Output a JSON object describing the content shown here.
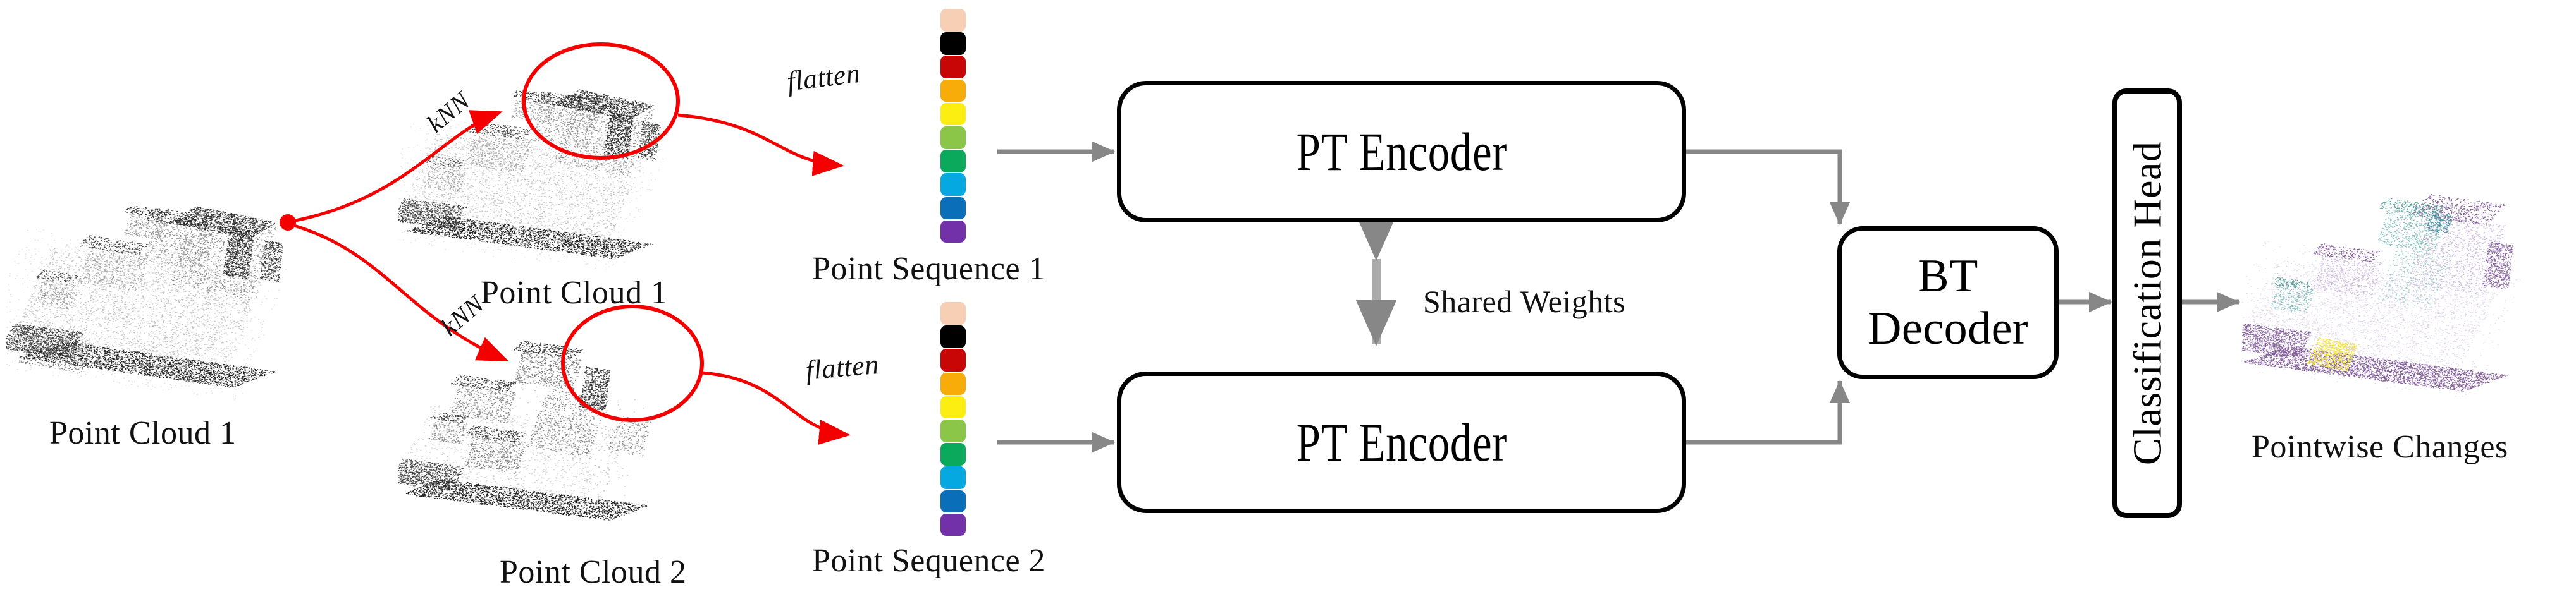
{
  "figure": {
    "type": "architecture-diagram",
    "title": "Siamese point transformer change detection pipeline",
    "background": "#ffffff"
  },
  "inputs": {
    "source_cloud_label": "Point Cloud 1",
    "cloud1_label": "Point Cloud 1",
    "cloud2_label": "Point Cloud 2"
  },
  "operations": {
    "knn_top_label": "kNN",
    "knn_bottom_label": "kNN",
    "flatten_top_label": "flatten",
    "flatten_bottom_label": "flatten"
  },
  "sequences": {
    "seq1_label": "Point Sequence 1",
    "seq2_label": "Point Sequence 2",
    "segment_count": 10,
    "colors": [
      "#f6cfb4",
      "#000000",
      "#c90606",
      "#f8ac09",
      "#fcee10",
      "#8cc649",
      "#0aa95c",
      "#06a8e2",
      "#0a6fb8",
      "#7231a8"
    ],
    "color_names": [
      "peach",
      "black",
      "dark-red",
      "orange",
      "yellow",
      "light-green",
      "green",
      "cyan",
      "blue",
      "purple"
    ]
  },
  "blocks": {
    "encoder_top_label": "PT Encoder",
    "encoder_bottom_label": "PT Encoder",
    "decoder_label_line1": "BT",
    "decoder_label_line2": "Decoder",
    "head_label": "Classification Head"
  },
  "annotations": {
    "shared_weights_label": "Shared Weights"
  },
  "output": {
    "label": "Pointwise Changes",
    "class_colors": [
      "#7d5596",
      "#6fb8b4",
      "#f2e03c"
    ],
    "class_color_names": [
      "purple",
      "teal",
      "yellow"
    ]
  },
  "style": {
    "accent_red": "#f50000",
    "connector_gray": "#878787",
    "box_border": "#000000",
    "text_color": "#111111"
  }
}
